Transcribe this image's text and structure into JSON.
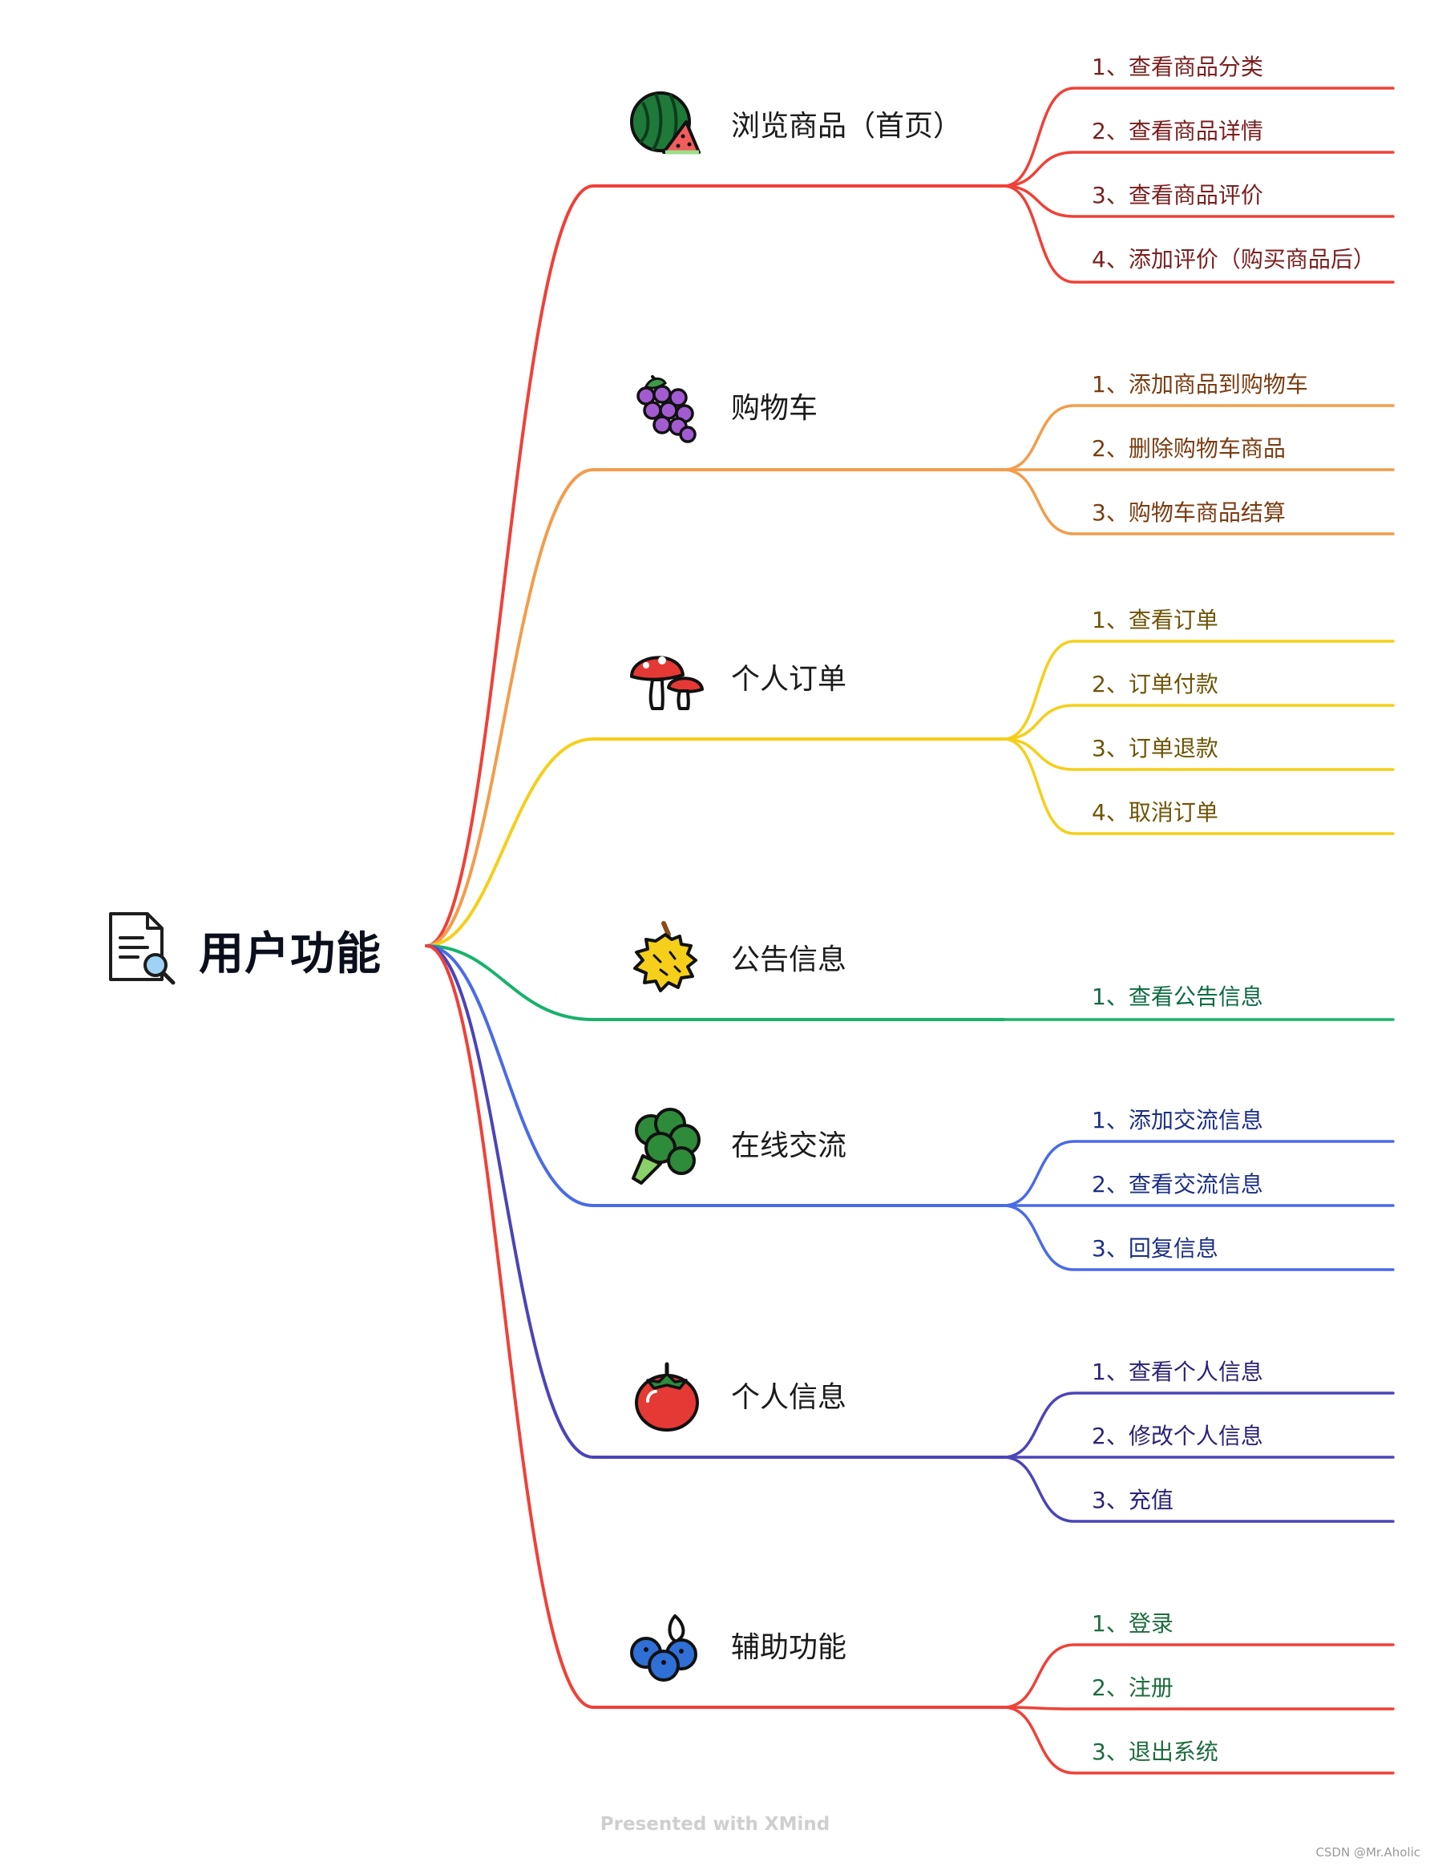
{
  "root": {
    "title": "用户功能",
    "icon": "document-search-icon"
  },
  "branches": [
    {
      "title": "浏览商品（首页）",
      "icon": "watermelon-icon",
      "color": "#ef4138",
      "leaf_text_color": "#7a1f1f",
      "children": [
        "1、查看商品分类",
        "2、查看商品详情",
        "3、查看商品评价",
        "4、添加评价（购买商品后）"
      ]
    },
    {
      "title": "购物车",
      "icon": "grapes-icon",
      "color": "#f39c4b",
      "leaf_text_color": "#7a3c12",
      "children": [
        "1、添加商品到购物车",
        "2、删除购物车商品",
        "3、购物车商品结算"
      ]
    },
    {
      "title": "个人订单",
      "icon": "mushroom-icon",
      "color": "#f5cf19",
      "leaf_text_color": "#6e5405",
      "children": [
        "1、查看订单",
        "2、订单付款",
        "3、订单退款",
        "4、取消订单"
      ]
    },
    {
      "title": "公告信息",
      "icon": "durian-icon",
      "color": "#18b26b",
      "leaf_text_color": "#0e6b43",
      "children": [
        "1、查看公告信息"
      ]
    },
    {
      "title": "在线交流",
      "icon": "broccoli-icon",
      "color": "#4a6be6",
      "leaf_text_color": "#1c2f86",
      "children": [
        "1、添加交流信息",
        "2、查看交流信息",
        "3、回复信息"
      ]
    },
    {
      "title": "个人信息",
      "icon": "tomato-icon",
      "color": "#4b44b8",
      "leaf_text_color": "#2b2378",
      "children": [
        "1、查看个人信息",
        "2、修改个人信息",
        "3、充值"
      ]
    },
    {
      "title": "辅助功能",
      "icon": "blueberry-icon",
      "color": "#ef4138",
      "leaf_text_color": "#1d6b3c",
      "children": [
        "1、登录",
        "2、注册",
        "3、退出系统"
      ]
    }
  ],
  "footer": {
    "text": "Presented with XMind"
  },
  "credit": {
    "text": "CSDN @Mr.Aholic"
  }
}
